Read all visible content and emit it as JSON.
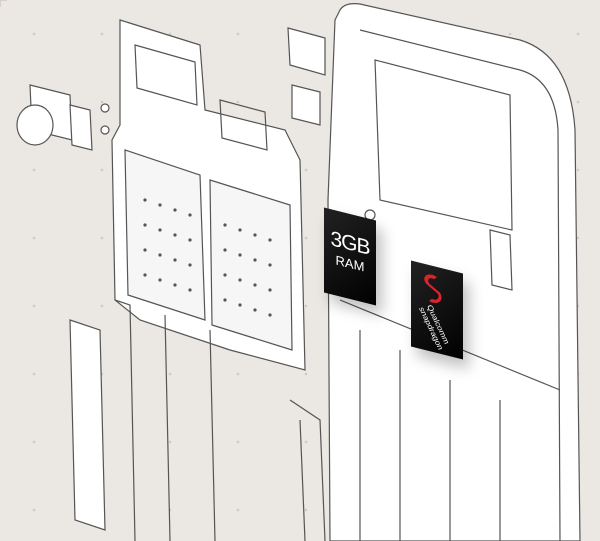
{
  "ram_chip": {
    "line1": "3GB",
    "line2": "RAM"
  },
  "soc_chip": {
    "brand": "Qualcomm",
    "product": "snapdragon"
  },
  "colors": {
    "background": "#ebe7e2",
    "line": "#555555",
    "chip": "#111111",
    "snapdragon_red": "#d9232e"
  }
}
